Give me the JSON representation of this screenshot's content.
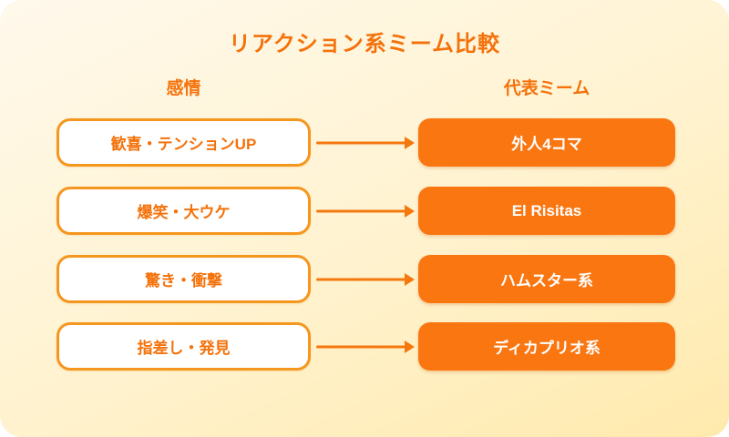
{
  "title": "リアクション系ミーム比較",
  "columns": {
    "left_header": "感情",
    "right_header": "代表ミーム"
  },
  "rows": [
    {
      "emotion": "歓喜・テンションUP",
      "meme": "外人4コマ"
    },
    {
      "emotion": "爆笑・大ウケ",
      "meme": "El Risitas"
    },
    {
      "emotion": "驚き・衝撃",
      "meme": "ハムスター系"
    },
    {
      "emotion": "指差し・発見",
      "meme": "ディカプリオ系"
    }
  ],
  "colors": {
    "accent_orange": "#F4720B",
    "meme_box_fill": "#F97611",
    "emotion_box_border": "#F5961E",
    "bg_gradient_top": "#FFF9EC",
    "bg_gradient_bottom": "#FFEAAD"
  }
}
